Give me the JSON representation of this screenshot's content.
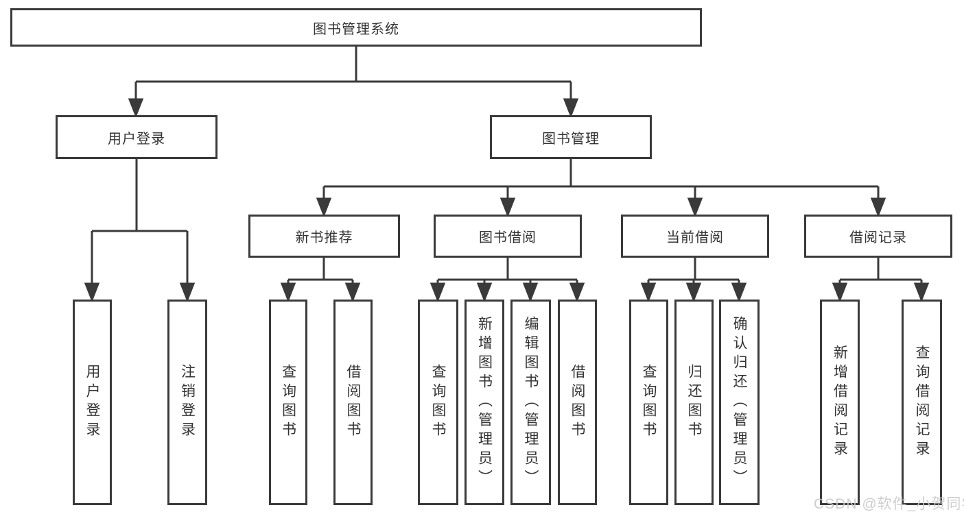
{
  "diagram_title": "图书管理系统",
  "tree": {
    "label": "图书管理系统",
    "children": [
      {
        "label": "用户登录",
        "children": [
          {
            "label": "用户登录"
          },
          {
            "label": "注销登录"
          }
        ]
      },
      {
        "label": "图书管理",
        "children": [
          {
            "label": "新书推荐",
            "children": [
              {
                "label": "查询图书"
              },
              {
                "label": "借阅图书"
              }
            ]
          },
          {
            "label": "图书借阅",
            "children": [
              {
                "label": "查询图书"
              },
              {
                "label": "新增图书（管理员）"
              },
              {
                "label": "编辑图书（管理员）"
              },
              {
                "label": "借阅图书"
              }
            ]
          },
          {
            "label": "当前借阅",
            "children": [
              {
                "label": "查询图书"
              },
              {
                "label": "归还图书"
              },
              {
                "label": "确认归还（管理员）"
              }
            ]
          },
          {
            "label": "借阅记录",
            "children": [
              {
                "label": "新增借阅记录"
              },
              {
                "label": "查询借阅记录"
              }
            ]
          }
        ]
      }
    ]
  },
  "colors": {
    "line": "#3a3a3a",
    "text": "#333333",
    "watermark": "#c9c9c9",
    "background": "#ffffff"
  },
  "watermark": "CSDN @软件_小贺同学"
}
